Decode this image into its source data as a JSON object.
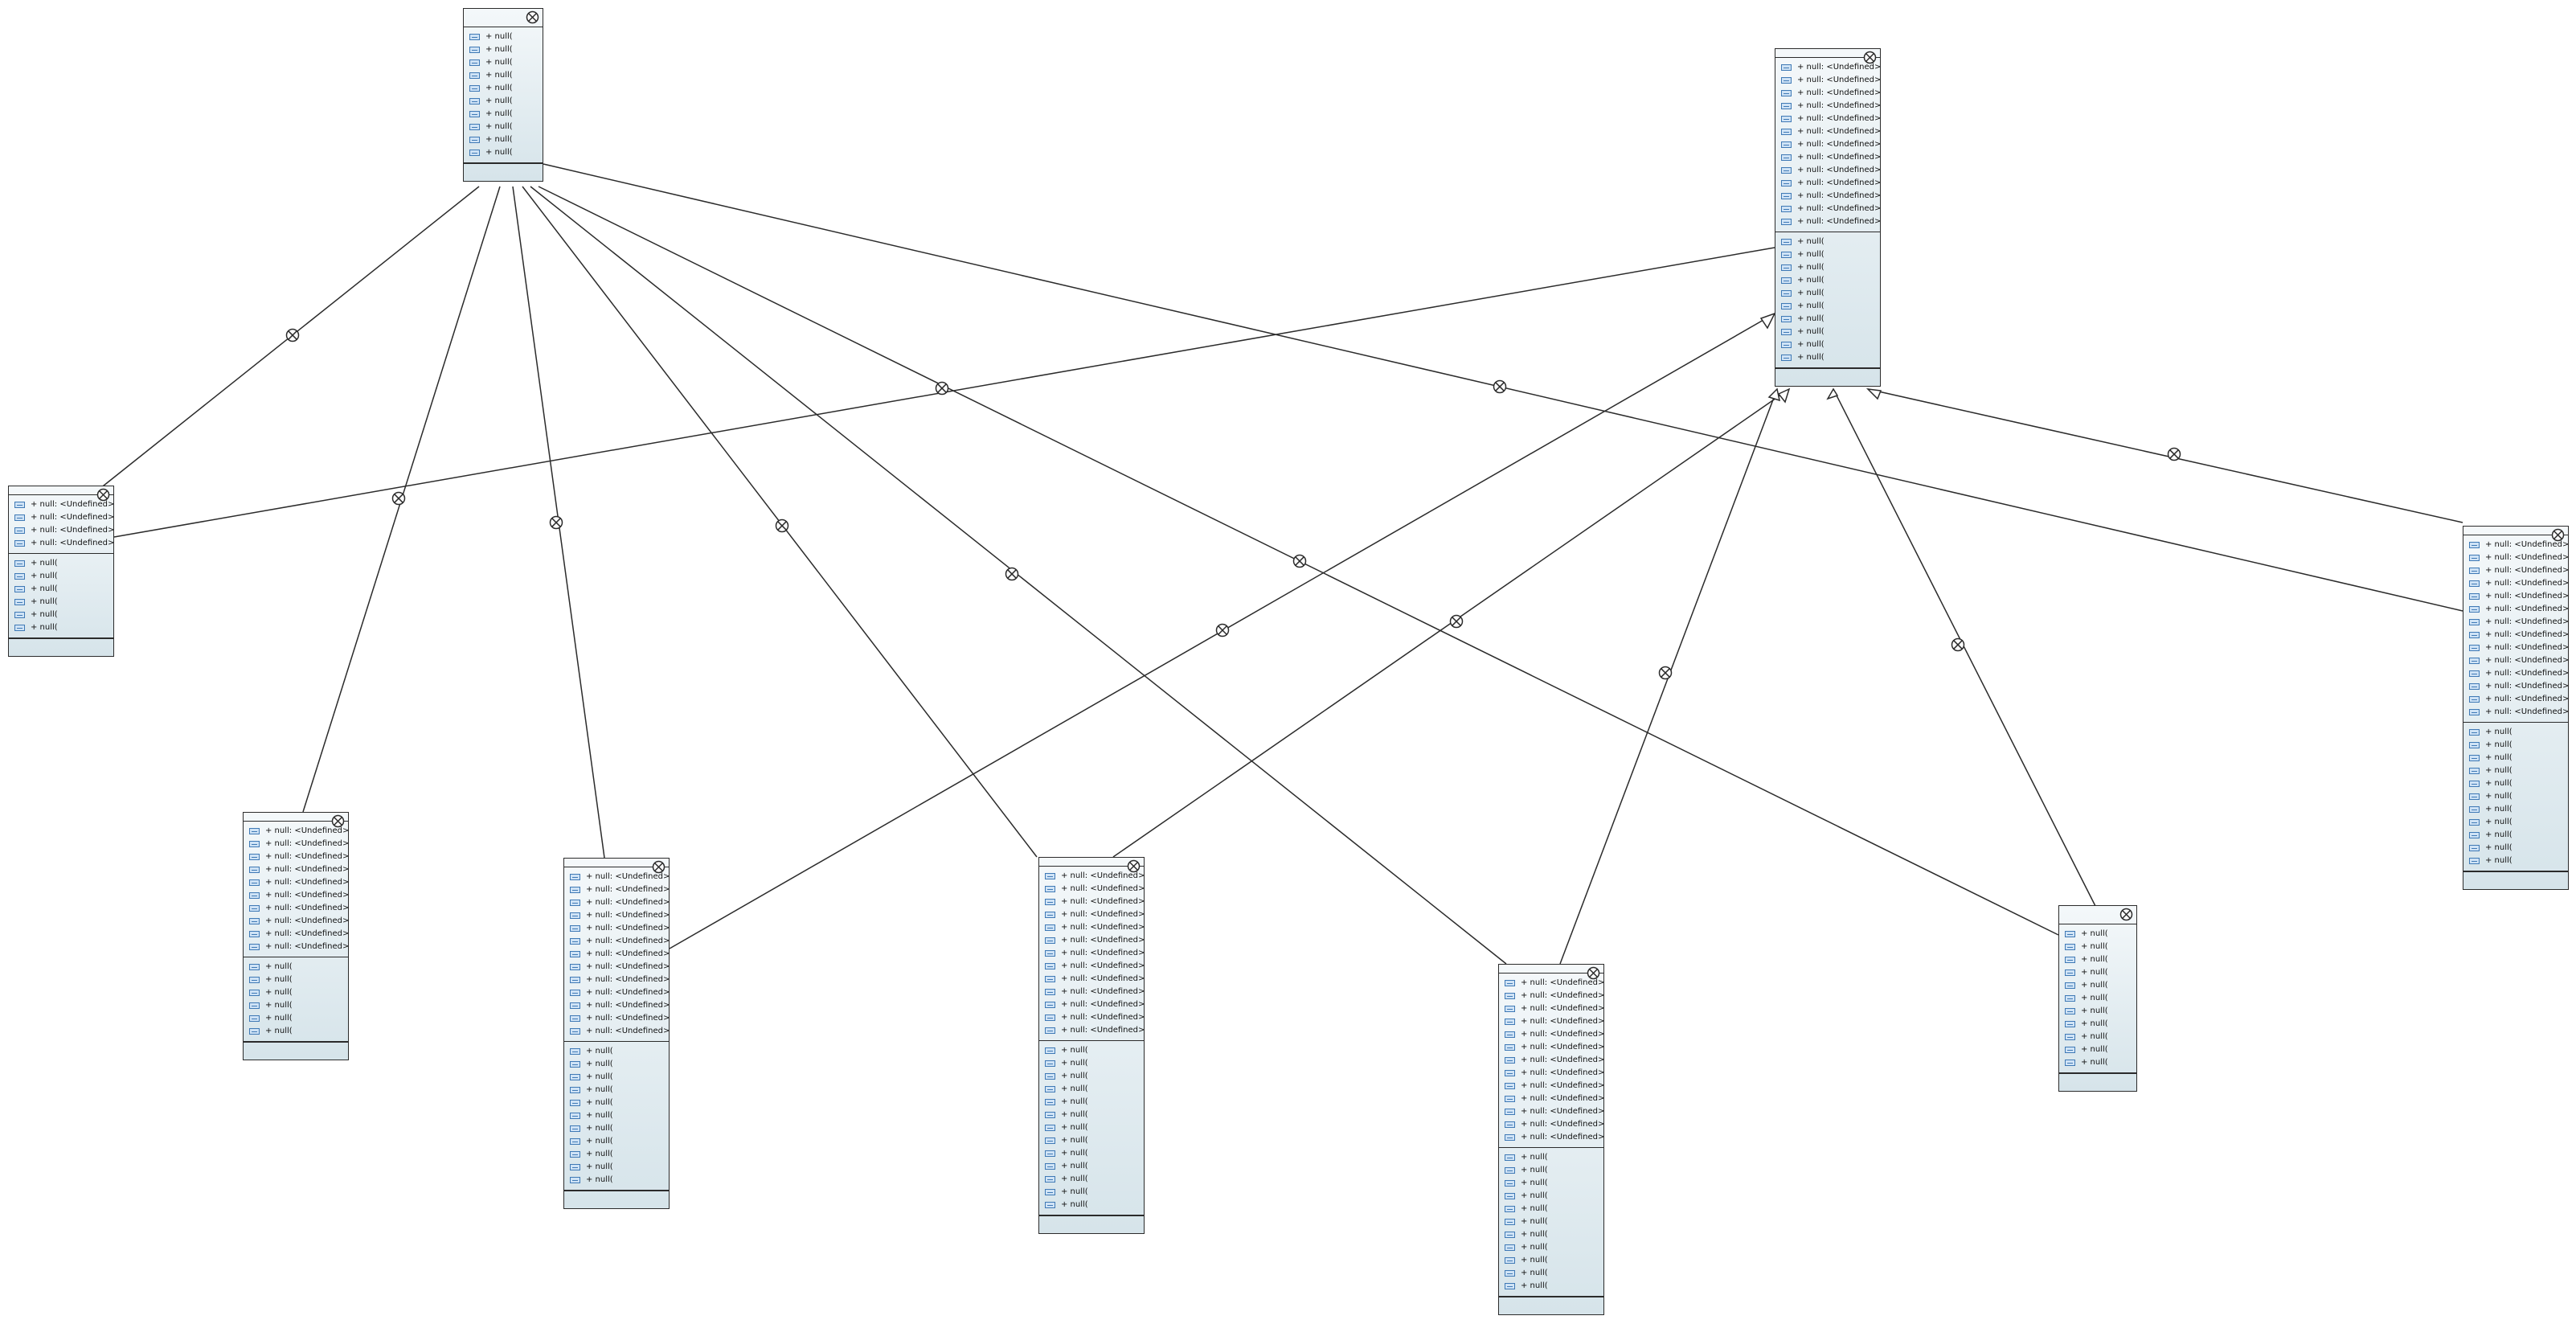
{
  "attribute_label": "+ null: <Undefined> [",
  "attribute_label_truncated": "+ null: <Undefined>",
  "operation_label": "+ null(",
  "classes": [
    {
      "id": "top-left-class",
      "attributes": 0,
      "operations": 10
    },
    {
      "id": "top-right-class",
      "attributes": 13,
      "operations": 10
    },
    {
      "id": "left-class",
      "attributes": 4,
      "operations": 6
    },
    {
      "id": "mid-left-class",
      "attributes": 10,
      "operations": 6
    },
    {
      "id": "mid-class",
      "attributes": 13,
      "operations": 11
    },
    {
      "id": "center-class",
      "attributes": 13,
      "operations": 13
    },
    {
      "id": "bottom-center-class",
      "attributes": 13,
      "operations": 11
    },
    {
      "id": "right-small-class",
      "attributes": 0,
      "operations": 11
    },
    {
      "id": "far-right-class",
      "attributes": 14,
      "operations": 11
    }
  ],
  "colors": {
    "line": "#2b2b2b",
    "fill_top": "#f4f8fa",
    "fill_bottom": "#d6e4ea",
    "icon": "#3f79b5"
  }
}
